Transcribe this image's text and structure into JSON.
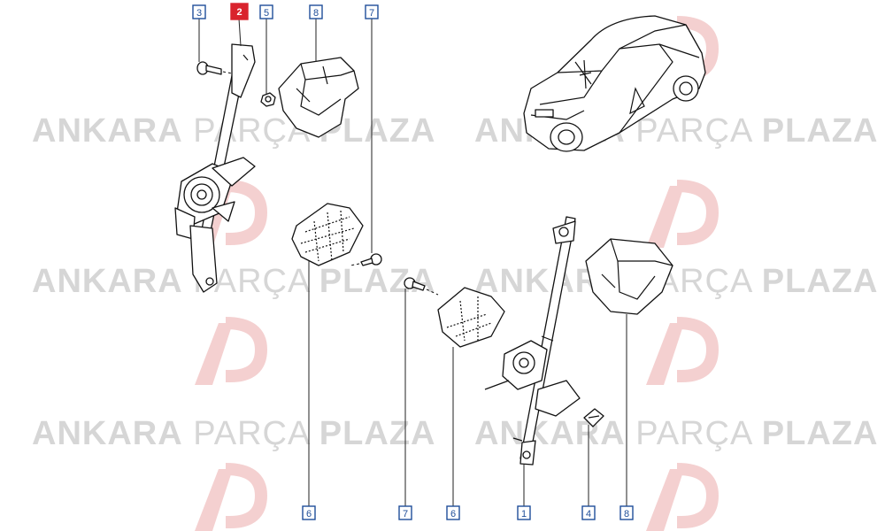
{
  "watermark": {
    "word1": "ANKARA",
    "word2": "PARÇA",
    "word3": "PLAZA",
    "logo_letters": "AP",
    "logo_color": "#e8a0a0",
    "text_color": "#d6d6d6"
  },
  "callouts": [
    {
      "id": "c3",
      "label": "3",
      "active": false
    },
    {
      "id": "c2",
      "label": "2",
      "active": true
    },
    {
      "id": "c5",
      "label": "5",
      "active": false
    },
    {
      "id": "c8a",
      "label": "8",
      "active": false
    },
    {
      "id": "c7a",
      "label": "7",
      "active": false
    },
    {
      "id": "c6a",
      "label": "6",
      "active": false
    },
    {
      "id": "c7b",
      "label": "7",
      "active": false
    },
    {
      "id": "c6b",
      "label": "6",
      "active": false
    },
    {
      "id": "c1",
      "label": "1",
      "active": false
    },
    {
      "id": "c4",
      "label": "4",
      "active": false
    },
    {
      "id": "c8b",
      "label": "8",
      "active": false
    }
  ],
  "colors": {
    "callout_border": "#1f4e99",
    "callout_active": "#d9232d",
    "line": "#111111"
  }
}
